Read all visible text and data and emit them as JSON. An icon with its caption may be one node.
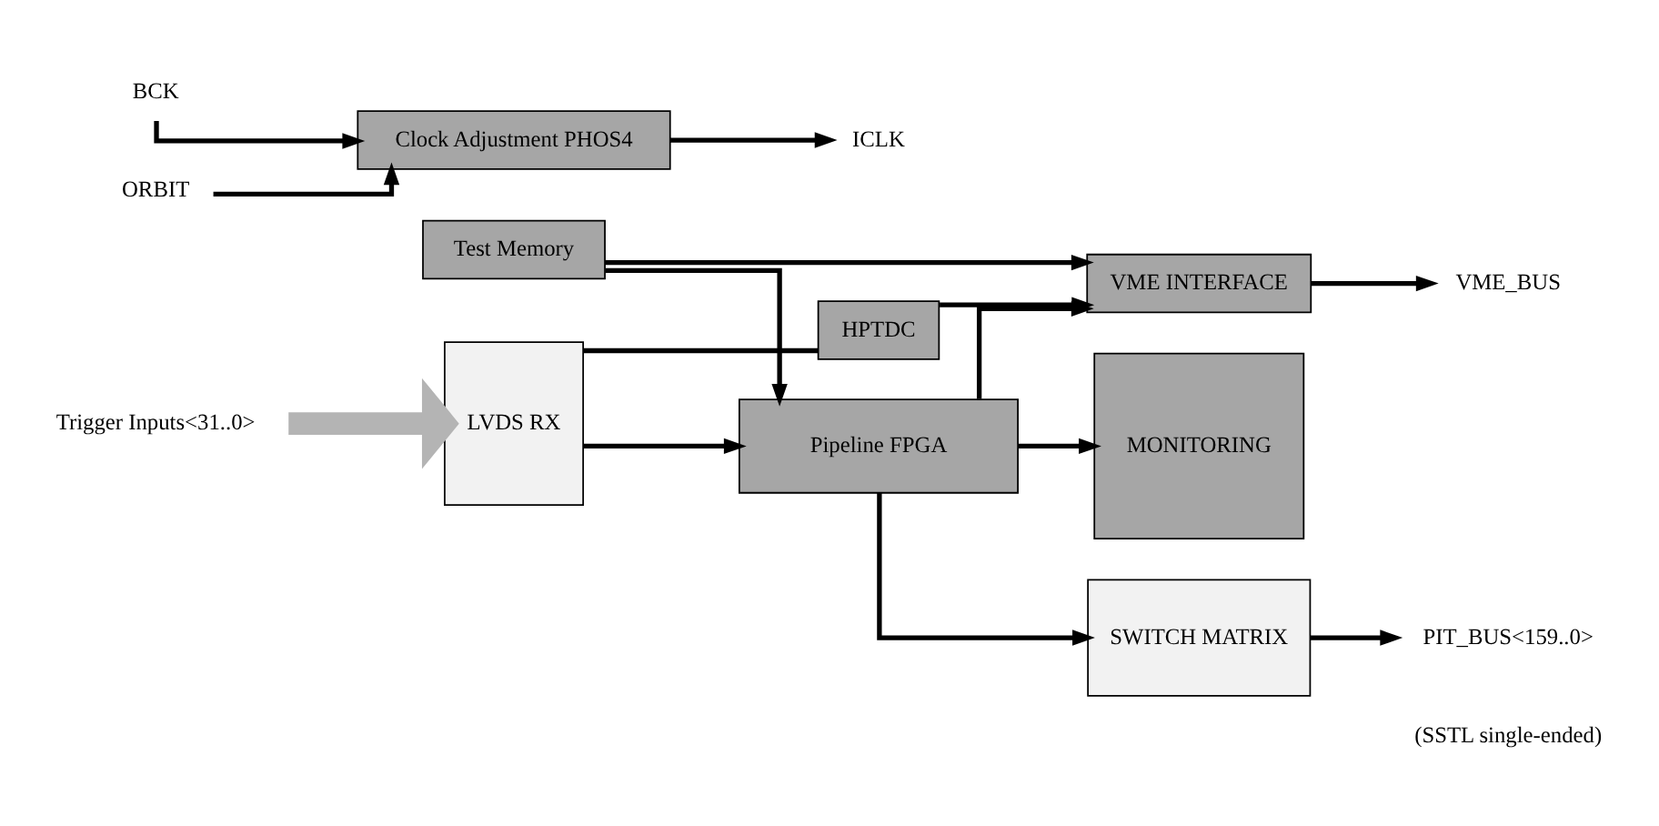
{
  "diagram": {
    "nodes": [
      {
        "text": [
          "Trigger Inputs<31..0>"
        ]
      },
      {
        "text": [
          "LVDS RX"
        ]
      },
      {
        "text": [
          "HPTDC"
        ]
      },
      {
        "text": [
          "VME INTERFACE"
        ]
      },
      {
        "text": [
          "VME_BUS"
        ]
      },
      {
        "text": [
          "Test Memory"
        ]
      },
      {
        "text": [
          "Pipeline FPGA"
        ]
      },
      {
        "text": [
          "MONITORING"
        ]
      },
      {
        "text": [
          "SWITCH MATRIX"
        ]
      },
      {
        "text": [
          "PIT_BUS<159..0>"
        ],
        "beside": [
          "(SSTL single-ended)"
        ]
      },
      {
        "text": [
          "BCK"
        ]
      },
      {
        "text": [
          "ORBIT"
        ]
      },
      {
        "text": [
          "Clock Adjustment PHOS4"
        ]
      },
      {
        "text": [
          "ICLK"
        ]
      }
    ],
    "edges": [
      {
        "from": 0,
        "to": 1,
        "arrow": "to",
        "style": "thick",
        "color": "#b4b4b4"
      },
      {
        "from": 1,
        "to": 6,
        "arrow": "to"
      },
      {
        "from": 1,
        "to": 2,
        "arrow": "none"
      },
      {
        "from": 2,
        "to": 3,
        "arrow": "to"
      },
      {
        "from": 3,
        "to": 4,
        "arrow": "to"
      },
      {
        "from": 5,
        "to": 3,
        "arrow": "to"
      },
      {
        "from": 6,
        "to": 3,
        "arrow": "to"
      },
      {
        "from": 5,
        "to": 6,
        "arrow": "to"
      },
      {
        "from": 6,
        "to": 7,
        "arrow": "to"
      },
      {
        "from": 6,
        "to": 8,
        "arrow": "to"
      },
      {
        "from": 8,
        "to": 9,
        "arrow": "to"
      },
      {
        "from": 10,
        "to": 12,
        "arrow": "to"
      },
      {
        "from": 11,
        "to": 12,
        "arrow": "to"
      },
      {
        "from": 12,
        "to": 13,
        "arrow": "to"
      }
    ]
  }
}
